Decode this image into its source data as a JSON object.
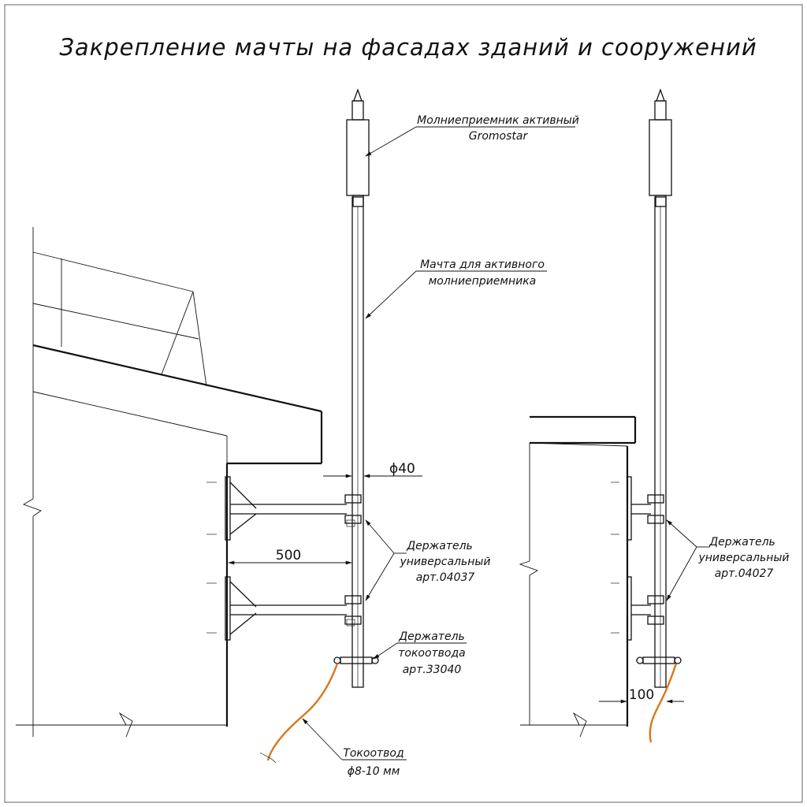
{
  "title": "Закрепление мачты на фасадах зданий и сооружений",
  "left_view": {
    "lightning_rod": {
      "line1": "Молниеприемник активный",
      "line2": "Gromostar"
    },
    "mast": {
      "line1": "Мачта для активного",
      "line2": "молниеприемника"
    },
    "diameter": "ϕ40",
    "offset": "500",
    "holder": {
      "line1": "Держатель",
      "line2": "универсальный",
      "line3": "арт.04037"
    },
    "conductor_holder": {
      "line1": "Держатель",
      "line2": "токоотвода",
      "line3": "арт.33040"
    },
    "down_conductor": {
      "line1": "Токоотвод",
      "line2": "ϕ8-10 мм"
    }
  },
  "right_view": {
    "holder": {
      "line1": "Держатель",
      "line2": "универсальный",
      "line3": "арт.04027"
    },
    "offset": "100"
  },
  "colors": {
    "line": "#111111",
    "down_conductor": "#d9771a"
  }
}
